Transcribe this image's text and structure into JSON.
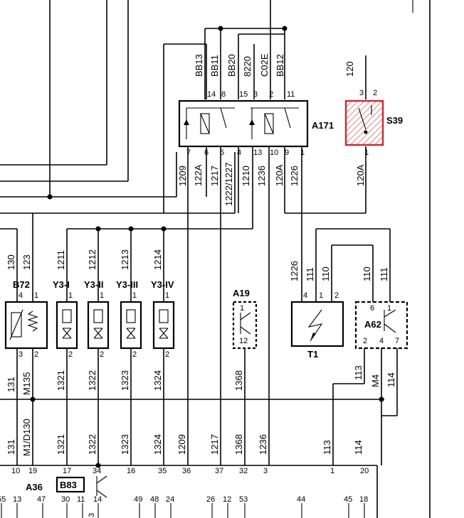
{
  "components": {
    "A171": "A171",
    "S39": "S39",
    "B72": "B72",
    "Y3_I": "Y3-I",
    "Y3_II": "Y3-II",
    "Y3_III": "Y3-III",
    "Y3_IV": "Y3-IV",
    "A19": "A19",
    "T1": "T1",
    "A62": "A62",
    "A36": "A36",
    "B83": "B83"
  },
  "wires": {
    "top": [
      "BB13",
      "BB11",
      "BB20",
      "8220",
      "C02E",
      "BB12",
      "120"
    ],
    "mid": [
      "1209",
      "122A",
      "1217",
      "1222/1227",
      "1210",
      "1236",
      "120A",
      "1226",
      "120A"
    ],
    "upper_left": [
      "130",
      "123",
      "1211",
      "1212",
      "1213",
      "1214",
      "1226",
      "111",
      "110",
      "110",
      "111"
    ],
    "lower": [
      "131",
      "M135",
      "1321",
      "1322",
      "1323",
      "1324",
      "1368",
      "113",
      "M4",
      "114"
    ],
    "bottom": [
      "131",
      "M1/D130",
      "1321",
      "1322",
      "1323",
      "1324",
      "1209",
      "1217",
      "1368",
      "1236",
      "113",
      "114"
    ]
  },
  "pins": {
    "A171_top": [
      "14",
      "8",
      "15",
      "3",
      "2",
      "11"
    ],
    "A171_bottom": [
      "7",
      "6",
      "5",
      "4",
      "13",
      "10",
      "9",
      "1"
    ],
    "S39": [
      "3",
      "2",
      "1"
    ],
    "B72": [
      "4",
      "1",
      "3",
      "2"
    ],
    "Y3_top": [
      "1",
      "1",
      "1",
      "1"
    ],
    "Y3_bottom": [
      "2",
      "2",
      "2",
      "2"
    ],
    "A19": [
      "1",
      "12"
    ],
    "T1": [
      "4",
      "1",
      "2"
    ],
    "A62_top": [
      "6",
      "1"
    ],
    "A62_bottom": [
      "2",
      "4",
      "7"
    ],
    "A36_top": [
      "10",
      "19",
      "17",
      "34",
      "16",
      "35",
      "36",
      "37",
      "32",
      "3",
      "1",
      "20"
    ],
    "A36_bottom": [
      "55",
      "13",
      "47",
      "30",
      "11",
      "14",
      "49",
      "48",
      "24",
      "26",
      "12",
      "53",
      "44",
      "45",
      "18"
    ],
    "bottom_edge": "3"
  }
}
